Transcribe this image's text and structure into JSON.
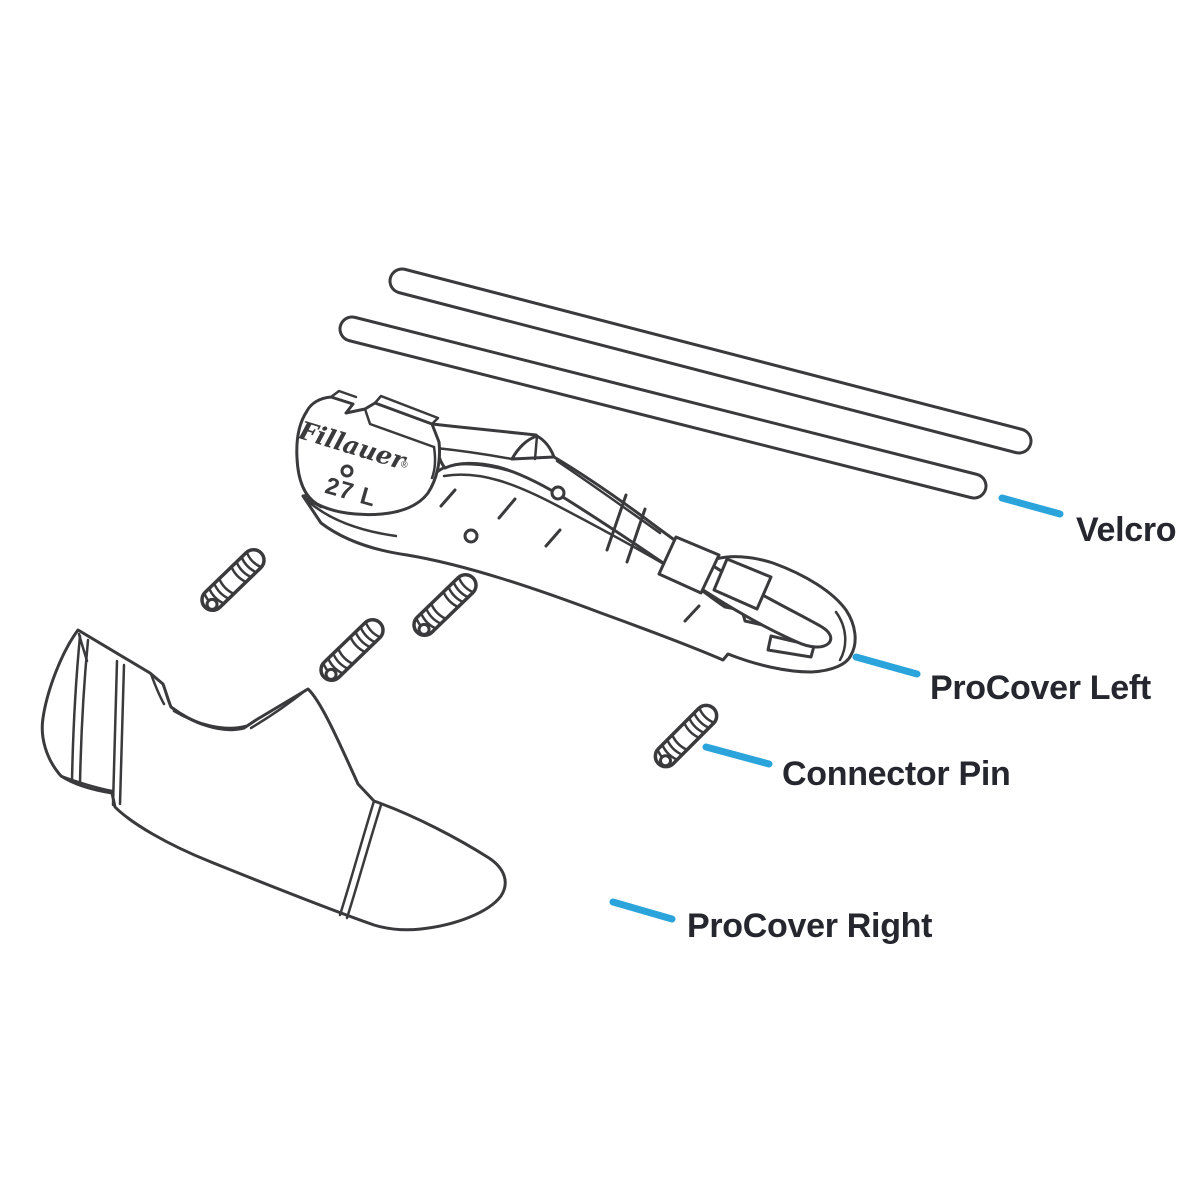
{
  "meta": {
    "description": "Exploded parts diagram of a prosthetic foot cover kit"
  },
  "colors": {
    "background": "#ffffff",
    "line": "#3a3a3c",
    "leader": "#2ba4dc",
    "label_text": "#26272e"
  },
  "labels": {
    "velcro": "Velcro",
    "procover_left": "ProCover Left",
    "connector_pin": "Connector Pin",
    "procover_right": "ProCover Right"
  },
  "markings": {
    "brand": "Fillauer",
    "registered_mark": "®",
    "size": "27 L"
  }
}
